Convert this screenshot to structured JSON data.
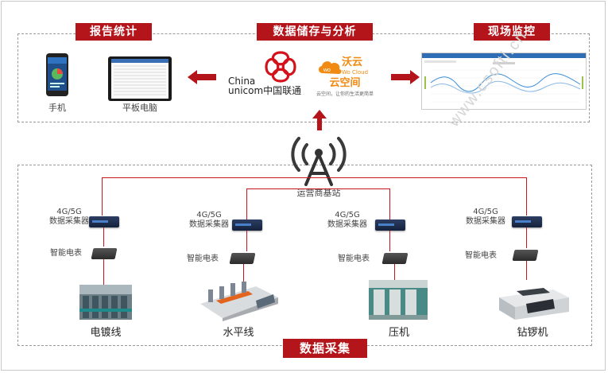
{
  "banners": {
    "report": "报告统计",
    "storage": "数据储存与分析",
    "monitor": "现场监控",
    "collect": "数据采集"
  },
  "report": {
    "phone_label": "手机",
    "tablet_label": "平板电脑"
  },
  "storage": {
    "unicom_cn": "China",
    "unicom_en": "unicom中国联通",
    "woyun_top": "沃云",
    "woyun_sub": "Wo Cloud",
    "woyun_name": "云空间",
    "woyun_slogan": "云空间，让你的生活更简单"
  },
  "center": {
    "tower_label": "运营商基站"
  },
  "stations": [
    {
      "collector": "4G/5G\n数据采集器",
      "meter": "智能电表",
      "machine": "电镀线"
    },
    {
      "collector": "4G/5G\n数据采集器",
      "meter": "智能电表",
      "machine": "水平线"
    },
    {
      "collector": "4G/5G\n数据采集器",
      "meter": "智能电表",
      "machine": "压机"
    },
    {
      "collector": "4G/5G\n数据采集器",
      "meter": "智能电表",
      "machine": "钻锣机"
    }
  ],
  "watermark": "www.csofti.cn",
  "colors": {
    "accent": "#b3151b",
    "line": "#c8141c",
    "orange": "#f08a12"
  }
}
